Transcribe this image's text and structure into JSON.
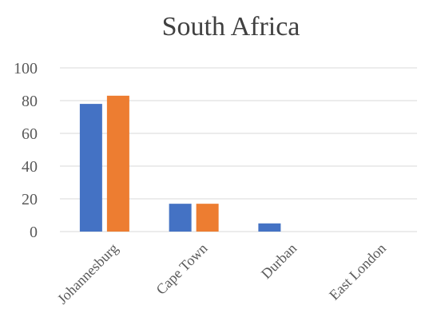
{
  "chart_data": {
    "type": "bar",
    "title": "South Africa",
    "xlabel": "",
    "ylabel": "",
    "categories": [
      "Johannesburg",
      "Cape Town",
      "Durban",
      "East London"
    ],
    "series": [
      {
        "values": [
          78,
          17,
          5,
          0
        ],
        "color": "#4472C4"
      },
      {
        "values": [
          83,
          17,
          0,
          0
        ],
        "color": "#ED7D31"
      }
    ],
    "ylim": [
      0,
      100
    ],
    "yticks": [
      0,
      20,
      40,
      60,
      80,
      100
    ],
    "grid": true,
    "gridline_color": "#D9D9D9",
    "legend": "none"
  }
}
